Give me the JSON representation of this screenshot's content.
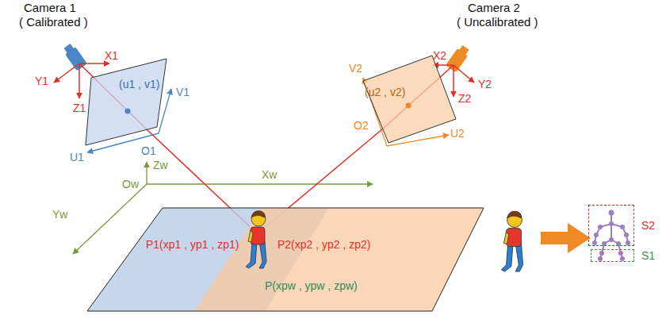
{
  "diagram": {
    "nodes": [
      {
        "text": [
          "(u1 , v1)"
        ]
      },
      {
        "text": [
          "(u2 , v2)"
        ]
      },
      {
        "text": [
          "P1(xp1 , yp1 , zp1)",
          "P2(xp2 , yp2 , zp2)",
          "P(xpw , ypw , zpw)"
        ]
      },
      {
        "text": [
          "S2"
        ]
      },
      {
        "text": [
          "S1"
        ]
      }
    ],
    "edges": [
      {
        "from": 0,
        "to": 2,
        "arrow": "none"
      },
      {
        "from": 1,
        "to": 2,
        "arrow": "none"
      }
    ],
    "labels": [
      "Camera 1",
      "( Calibrated )",
      "Camera 2",
      "( Uncalibrated )",
      "X1",
      "Y1",
      "Z1",
      "V1",
      "U1",
      "O1",
      "X2",
      "Y2",
      "Z2",
      "V2",
      "U2",
      "O2",
      "Zw",
      "Xw",
      "Yw",
      "Ow"
    ]
  }
}
